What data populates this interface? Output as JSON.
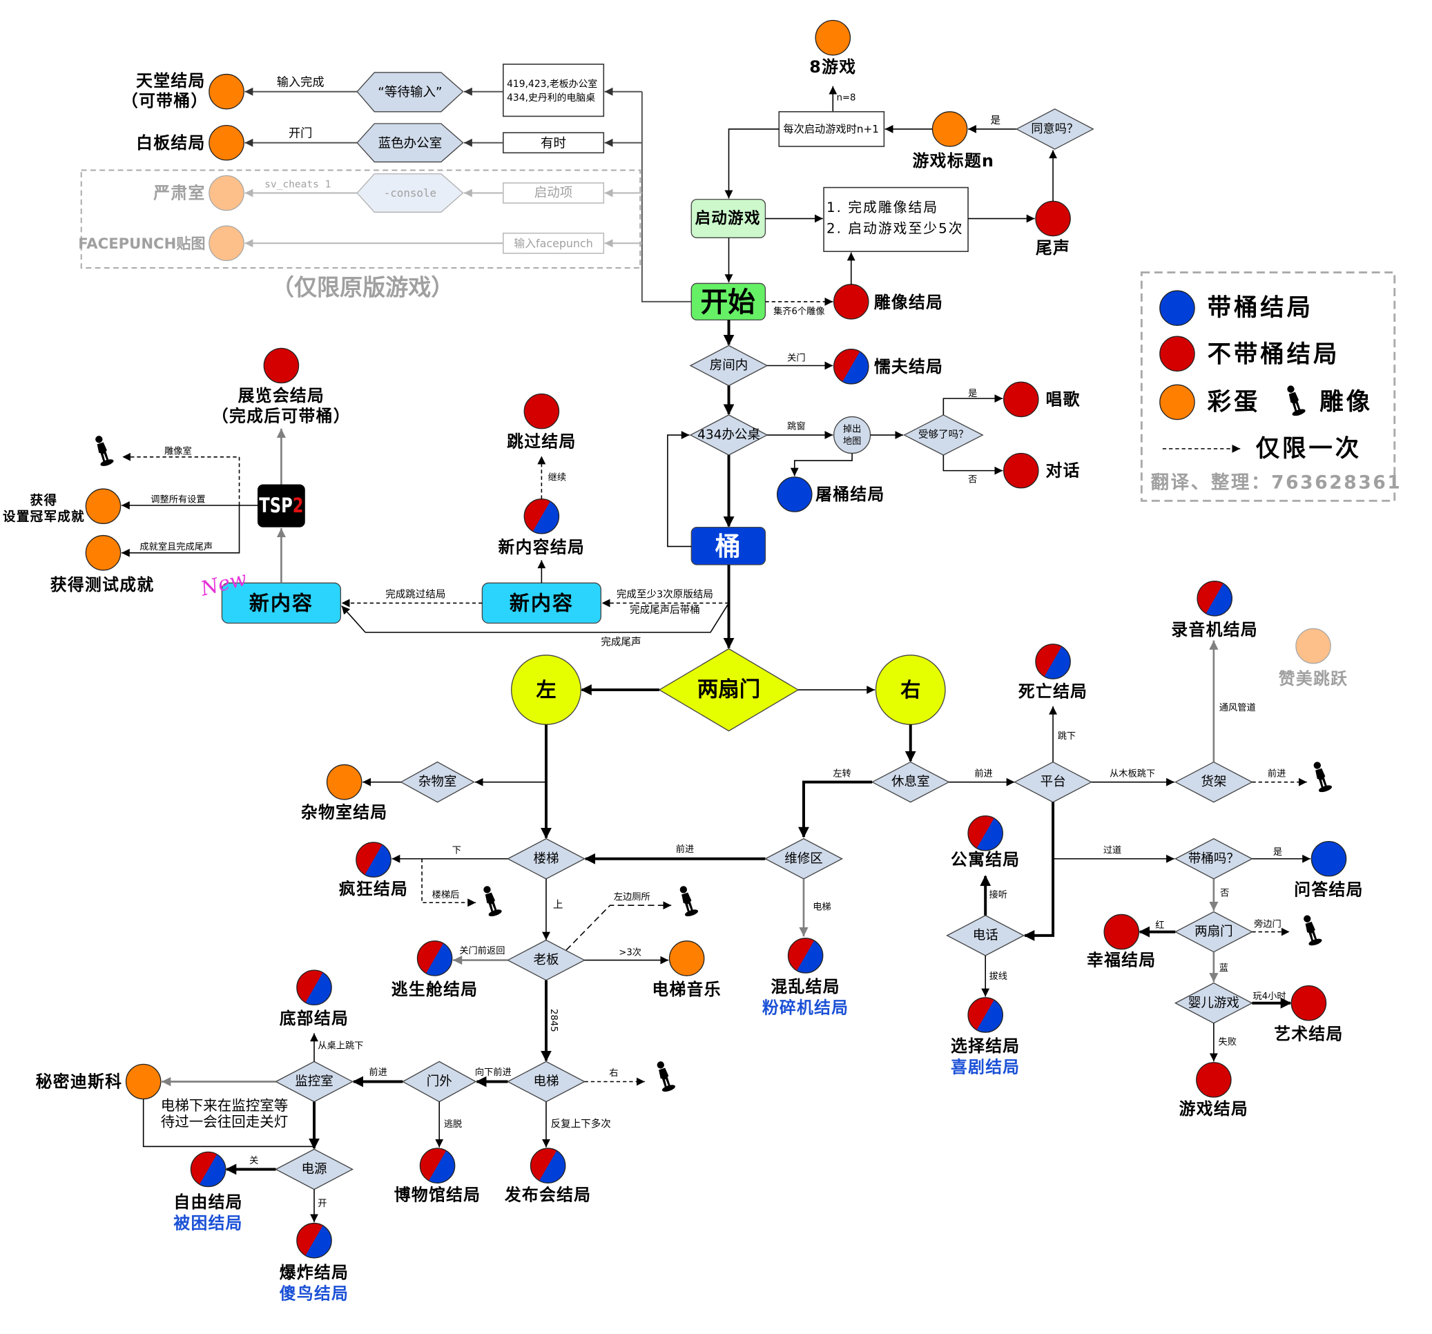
{
  "colors": {
    "with_bucket": "#0040d8",
    "without_bucket": "#d40000",
    "easter_egg": "#ff7f00",
    "faded_easter_egg": "#fdc08a",
    "decision": "#cfdaea",
    "faded_decision": "#e8eef7",
    "start": "#66f066",
    "launch": "#ccf8cc",
    "bucket": "#0040d8",
    "new_content": "#2bd4fc",
    "doors": "#e6ff00",
    "tsp_bg": "#000000",
    "tsp_text": "#ffffff",
    "tsp_number": "#e01010",
    "alt_ending_text": "#1a50d6",
    "faded_text": "#a0a0a0",
    "new_badge": "#e633d9",
    "bucket_text": "#ffffff"
  },
  "legend": {
    "with_bucket": "带桶结局",
    "without_bucket": "不带桶结局",
    "easter_egg": "彩蛋",
    "statue": "雕像",
    "once_only": "仅限一次",
    "credit": "翻译、整理：763628361"
  },
  "launch_options": {
    "heaven": {
      "ending_line1": "天堂结局",
      "ending_line2": "（可带桶）",
      "edge": "输入完成",
      "step": "“等待输入”",
      "condition_line1": "419,423,老板办公室",
      "condition_line2": "434,史丹利的电脑桌"
    },
    "whiteboard": {
      "ending": "白板结局",
      "edge": "开门",
      "step": "蓝色办公室",
      "condition": "有时"
    },
    "serious_room": {
      "ending": "严肃室",
      "edge": "sv_cheats 1",
      "step": "-console",
      "condition": "启动项"
    },
    "facepunch": {
      "ending": "FACEPUNCH贴图",
      "condition": "输入facepunch"
    },
    "original_only_caption": "（仅限原版游戏）"
  },
  "game_launch": {
    "eight_game": "8游戏",
    "n_eq_8": "n=8",
    "counter": "每次启动游戏时n+1",
    "game_title_n": "游戏标题n",
    "yes": "是",
    "agree": "同意吗？",
    "epilogue": "尾声",
    "req_line1": "1. 完成雕像结局",
    "req_line2": "2. 启动游戏至少5次",
    "launch": "启动游戏",
    "start": "开始",
    "collect_statues": "集齐6个雕像",
    "statue_ending": "雕像结局"
  },
  "office": {
    "room": "房间内",
    "close_door": "关门",
    "coward_ending": "懦夫结局",
    "desk": "434办公桌",
    "jump_window": "跳窗",
    "fall_off_map_line1": "掉出",
    "fall_off_map_line2": "地图",
    "had_enough": "受够了吗？",
    "yes": "是",
    "no": "否",
    "sing": "唱歌",
    "dialogue": "对话",
    "butcher_ending": "屠桶结局",
    "bucket": "桶",
    "req_new_content_1": "完成至少3次原版结局",
    "req_new_content_2": "完成尾声后带桶",
    "finish_epilogue": "完成尾声"
  },
  "new_content": {
    "box_right": "新内容",
    "ending": "新内容结局",
    "continue": "继续",
    "skip_ending": "跳过结局",
    "finish_skip": "完成跳过结局",
    "box_left": "新内容",
    "new_badge": "New",
    "tsp2_text": "TSP",
    "tsp2_num": "2",
    "expo_line1": "展览会结局",
    "expo_line2": "（完成后可带桶）",
    "statue_room": "雕像室",
    "adjust_settings": "调整所有设置",
    "settings_champion_line1": "获得",
    "settings_champion_line2": "设置冠军成就",
    "achievement_room": "成就室且完成尾声",
    "test_achievement": "获得测试成就"
  },
  "two_doors": {
    "label": "两扇门",
    "left": "左",
    "right": "右"
  },
  "left_path": {
    "storage_room": "杂物室",
    "storage_ending": "杂物室结局",
    "stairs": "楼梯",
    "down": "下",
    "insanity_ending": "疯狂结局",
    "behind_stairs": "楼梯后",
    "up": "上",
    "left_restroom": "左边厕所",
    "boss": "老板",
    "return_before_close": "关门前返回",
    "escape_pod_ending": "逃生舱结局",
    "more_than_3": ">3次",
    "elevator_music": "电梯音乐",
    "code_2845": "2845",
    "elevator": "电梯",
    "right": "右",
    "up_down_many": "反复上下多次",
    "press_conference_ending": "发布会结局",
    "go_down": "向下前进",
    "outside_door": "门外",
    "escape": "逃脱",
    "museum_ending": "博物馆结局",
    "forward": "前进",
    "monitor_room": "监控室",
    "jump_off_desk": "从桌上跳下",
    "bottom_ending": "底部结局",
    "secret_disco": "秘密迪斯科",
    "disco_hint_line1": "电梯下来在监控室等",
    "disco_hint_line2": "待过一会往回走关灯",
    "power": "电源",
    "off": "关",
    "freedom_ending": "自由结局",
    "trapped_ending": "被困结局",
    "on": "开",
    "explosion_ending": "爆炸结局",
    "silly_bird_ending": "傻鸟结局"
  },
  "right_path": {
    "lounge": "休息室",
    "turn_left": "左转",
    "maintenance": "维修区",
    "forward_to_stairs": "前进",
    "elevator": "电梯",
    "confusion_ending": "混乱结局",
    "shredder_ending": "粉碎机结局",
    "forward": "前进",
    "platform": "平台",
    "jump_down": "跳下",
    "death_ending": "死亡结局",
    "jump_from_plank": "从木板跳下",
    "shelves": "货架",
    "vent": "通风管道",
    "recorder_ending": "录音机结局",
    "forward_statue": "前进",
    "corridor": "过道",
    "phone": "电话",
    "answer": "接听",
    "apartment_ending": "公寓结局",
    "unplug": "拔线",
    "choice_ending": "选择结局",
    "comedy_ending": "喜剧结局",
    "has_bucket": "带桶吗？",
    "yes": "是",
    "qa_ending": "问答结局",
    "no": "否",
    "two_doors_small": "两扇门",
    "red": "红",
    "happy_ending": "幸福结局",
    "side_door": "旁边门",
    "blue": "蓝",
    "baby_game": "婴儿游戏",
    "play_4_hours": "玩4小时",
    "art_ending": "艺术结局",
    "fail": "失败",
    "games_ending": "游戏结局",
    "jump_praise": "赞美跳跃"
  }
}
